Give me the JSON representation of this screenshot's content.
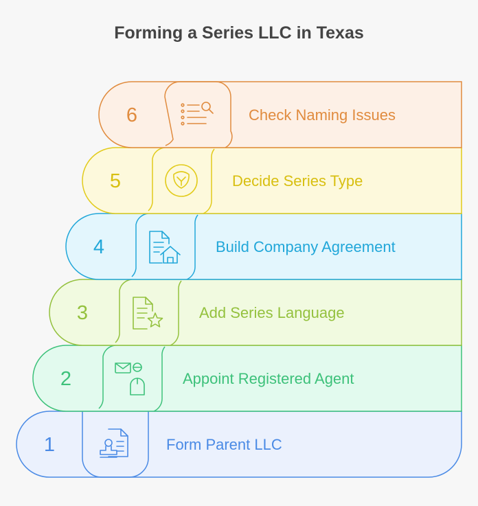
{
  "title": "Forming a Series LLC in Texas",
  "steps": [
    {
      "number": "1",
      "label": "Form Parent LLC",
      "icon": "stamp-document-icon",
      "fill": "#ebf1fd",
      "stroke": "#4a8ae5",
      "text": "#4a8ae5"
    },
    {
      "number": "2",
      "label": "Appoint Registered Agent",
      "icon": "agent-mail-icon",
      "fill": "#e2faee",
      "stroke": "#3dc17a",
      "text": "#3dc17a"
    },
    {
      "number": "3",
      "label": "Add Series Language",
      "icon": "document-star-icon",
      "fill": "#f1fae0",
      "stroke": "#94c13e",
      "text": "#94c13e"
    },
    {
      "number": "4",
      "label": "Build Company Agreement",
      "icon": "document-home-icon",
      "fill": "#e3f6fd",
      "stroke": "#22a7d9",
      "text": "#22a7d9"
    },
    {
      "number": "5",
      "label": "Decide Series Type",
      "icon": "shield-badge-icon",
      "fill": "#fdf9dc",
      "stroke": "#e2cb1b",
      "text": "#d8bf10"
    },
    {
      "number": "6",
      "label": "Check Naming Issues",
      "icon": "list-search-icon",
      "fill": "#fdf0e6",
      "stroke": "#e08b3e",
      "text": "#e08b3e"
    }
  ]
}
